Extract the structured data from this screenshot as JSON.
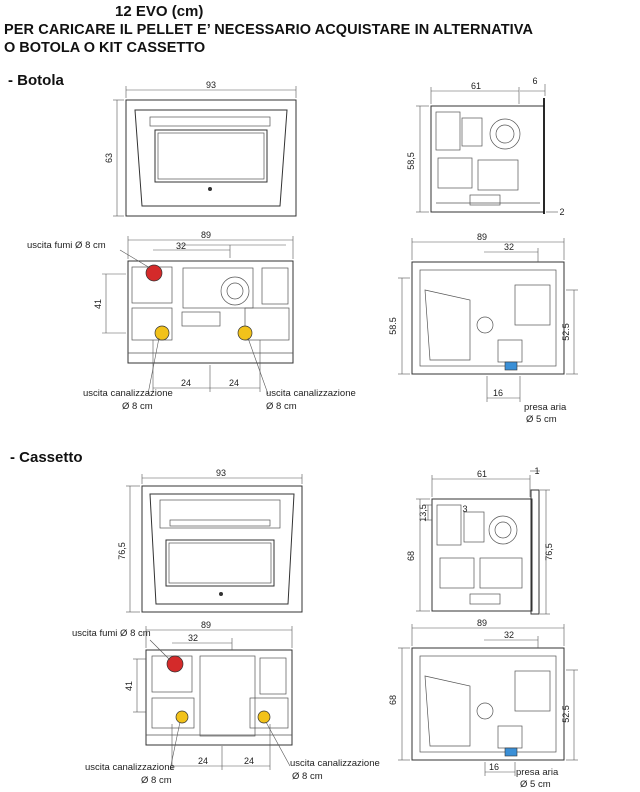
{
  "title": "12 EVO (cm)",
  "subtitle_line1": "PER CARICARE IL PELLET E’ NECESSARIO ACQUISTARE IN ALTERNATIVA",
  "subtitle_line2": "O BOTOLA O KIT CASSETTO",
  "sections": {
    "botola": {
      "heading": "- Botola",
      "front": {
        "width": "93",
        "height": "63"
      },
      "side": {
        "depth": "61",
        "offset": "6",
        "height": "58,5",
        "base": "2"
      },
      "rear": {
        "width": "89",
        "flue_offset": "32",
        "flue_height": "41",
        "spacing_left": "24",
        "spacing_right": "24",
        "flue_label": "uscita fumi Ø 8 cm",
        "duct_left": [
          "uscita canalizzazione",
          "Ø 8 cm"
        ],
        "duct_right": [
          "uscita canalizzazione",
          "Ø 8 cm"
        ]
      },
      "top": {
        "width": "89",
        "offset": "32",
        "depth_left": "58.5",
        "depth_right": "52.5",
        "air_offset": "16",
        "air_label": [
          "presa aria",
          "Ø 5 cm"
        ]
      }
    },
    "cassetto": {
      "heading": "- Cassetto",
      "front": {
        "width": "93",
        "height": "76,5"
      },
      "side": {
        "depth": "61",
        "offset": "1",
        "small": "13,5",
        "inner": "3",
        "height": "68",
        "outer_height": "76,5"
      },
      "rear": {
        "width": "89",
        "flue_offset": "32",
        "flue_height": "41",
        "spacing_left": "24",
        "spacing_right": "24",
        "flue_label": "uscita fumi Ø 8 cm",
        "duct_left": [
          "uscita canalizzazione",
          "Ø 8 cm"
        ],
        "duct_right": [
          "uscita canalizzazione",
          "Ø 8 cm"
        ]
      },
      "top": {
        "width": "89",
        "offset": "32",
        "depth_left": "68",
        "depth_right": "52.5",
        "air_offset": "16",
        "air_label": [
          "presa aria",
          "Ø 5 cm"
        ]
      }
    }
  },
  "colors": {
    "flue": "#d42a2a",
    "duct": "#f2c21a",
    "air": "#3a8fd6",
    "line": "#333333"
  }
}
